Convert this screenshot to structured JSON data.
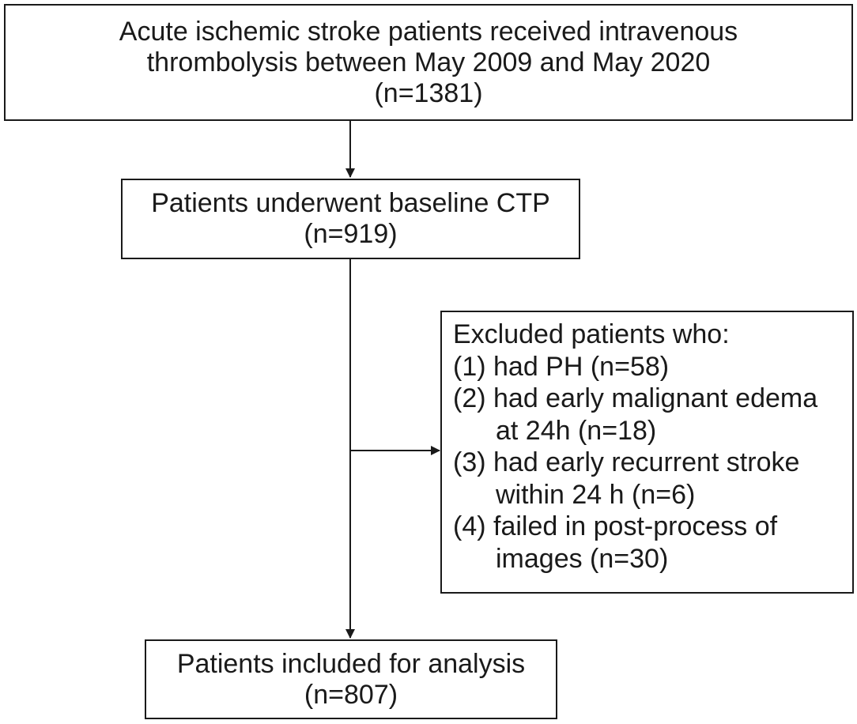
{
  "flowchart": {
    "start": {
      "lines": [
        "Acute ischemic stroke patients received intravenous",
        "thrombolysis between May 2009 and May 2020",
        "(n=1381)"
      ]
    },
    "ctp": {
      "lines": [
        "Patients underwent baseline CTP",
        "(n=919)"
      ]
    },
    "exclusion": {
      "heading": "Excluded patients who:",
      "items": [
        {
          "lines": [
            "(1) had PH (n=58)"
          ]
        },
        {
          "lines": [
            "(2) had early malignant edema",
            "at 24h (n=18)"
          ]
        },
        {
          "lines": [
            "(3) had early recurrent stroke",
            "within 24 h (n=6)"
          ]
        },
        {
          "lines": [
            "(4) failed in post-process of",
            "images (n=30)"
          ]
        }
      ]
    },
    "final": {
      "lines": [
        "Patients included for analysis",
        "(n=807)"
      ]
    }
  }
}
